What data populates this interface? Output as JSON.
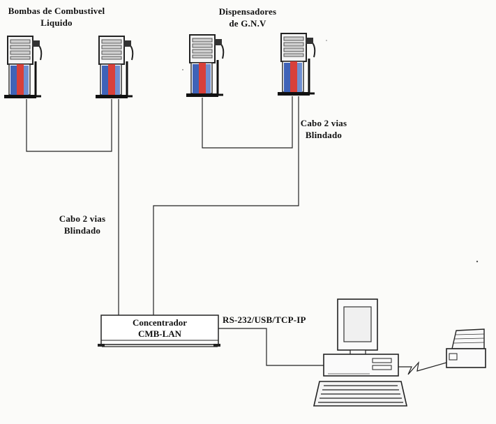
{
  "groups": {
    "liquid_title_line1": "Bombas de Combustivel",
    "liquid_title_line2": "Liquido",
    "cng_title_line1": "Dispensadores",
    "cng_title_line2": "de G.N.V"
  },
  "cables": {
    "right_line1": "Cabo 2  vias",
    "right_line2": "Blindado",
    "left_line1": "Cabo 2  vias",
    "left_line2": "Blindado"
  },
  "concentrator": {
    "line1": "Concentrador",
    "line2": "CMB-LAN"
  },
  "link_label": "RS-232/USB/TCP-IP",
  "icons": {
    "pump": "fuel-pump-icon",
    "computer": "desktop-computer-icon",
    "printer": "printer-icon"
  },
  "colors": {
    "pump_red": "#d8403a",
    "pump_blue": "#3f63b8",
    "line": "#222222"
  }
}
